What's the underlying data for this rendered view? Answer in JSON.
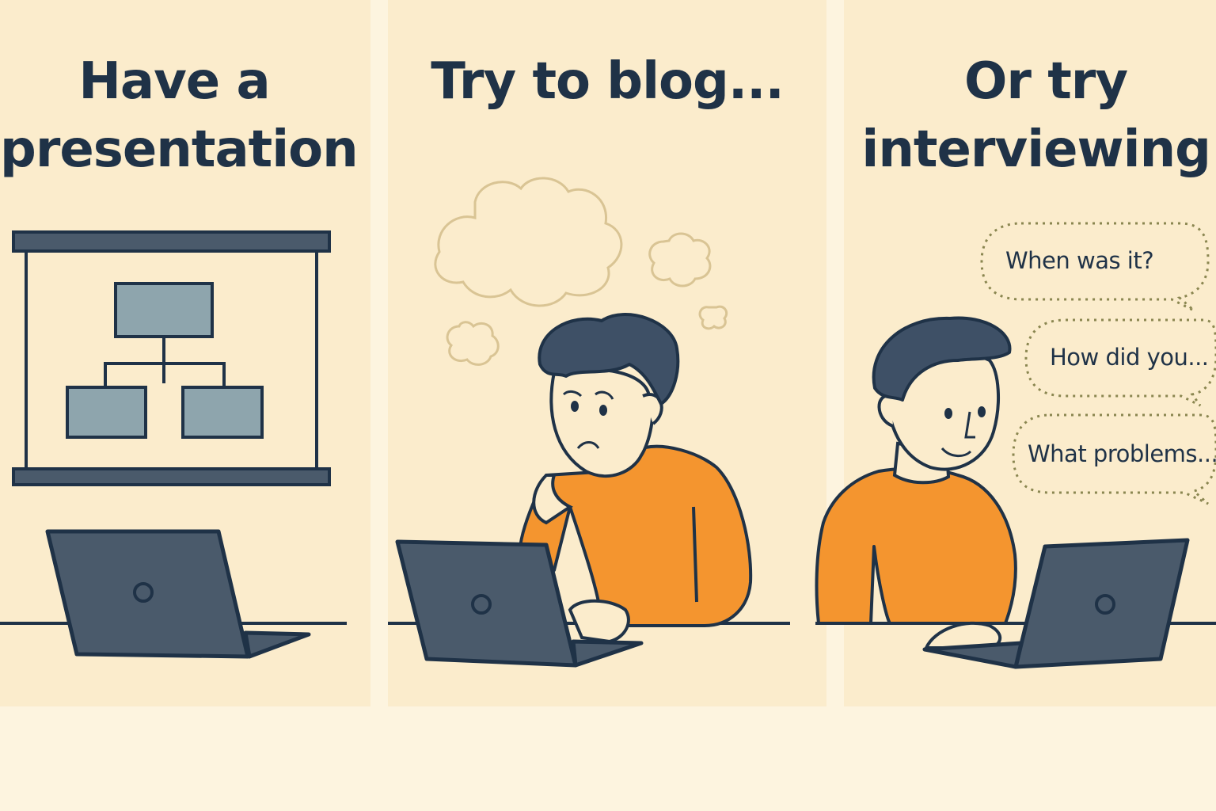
{
  "panels": [
    {
      "title_lines": [
        "Have a",
        "presentation"
      ]
    },
    {
      "title_lines": [
        "Try to blog..."
      ]
    },
    {
      "title_lines": [
        "Or try",
        "interviewing:"
      ],
      "questions": [
        "When was it?",
        "How did you...",
        "What problems..."
      ]
    }
  ],
  "colors": {
    "background": "#fbeccc",
    "ink": "#1f3247",
    "shirt": "#f4952f",
    "laptop": "#4a5a6b",
    "slide_box": "#8ea5ad",
    "thought_outline": "#d9c494"
  }
}
